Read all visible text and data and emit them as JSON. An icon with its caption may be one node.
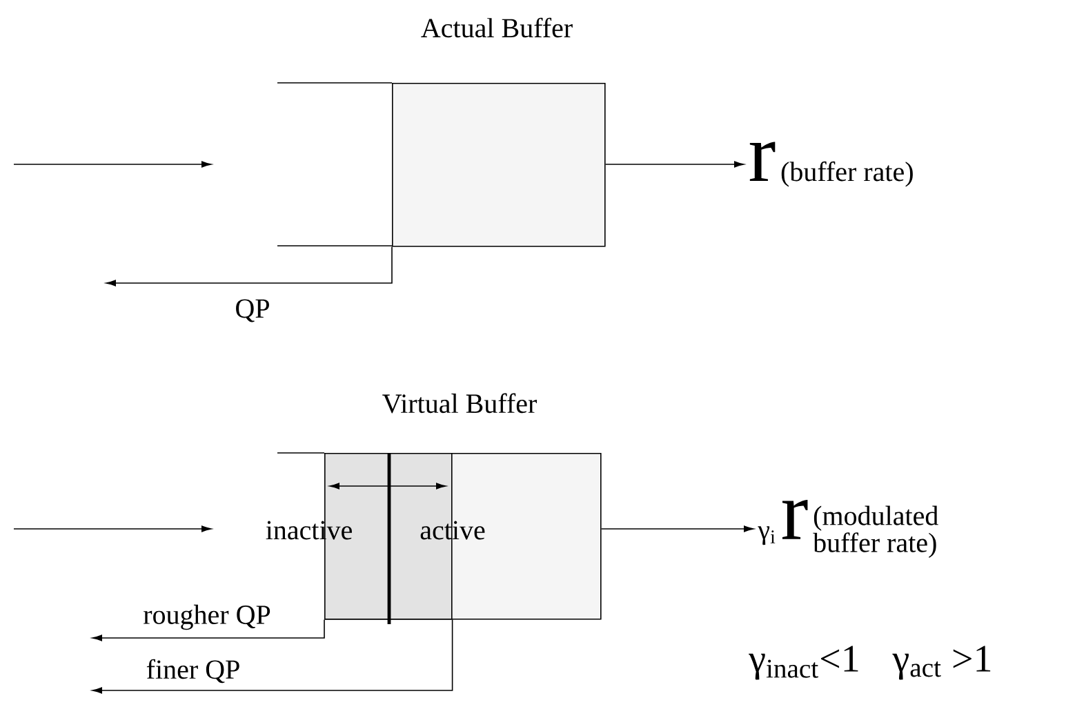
{
  "diagram": {
    "nodes": [
      {
        "text": [
          "Actual Buffer"
        ]
      },
      {
        "text": [
          "r",
          "(buffer rate)"
        ]
      },
      {
        "text": [
          "Virtual Buffer"
        ]
      },
      {
        "text": [],
        "shape": "box",
        "in": 2
      },
      {
        "text": [],
        "shape": "box",
        "in": 2
      },
      {
        "text": [
          "γ$_{i}$",
          "r",
          "(modulated buffer rate)"
        ]
      }
    ],
    "edges": [
      {
        "from": 0,
        "to": 1,
        "arrow": "to"
      },
      {
        "from": 0,
        "to": null,
        "arrow": "to",
        "label": "QP"
      },
      {
        "from": 2,
        "to": 5,
        "arrow": "to"
      },
      {
        "from": 3,
        "to": null,
        "arrow": "to",
        "label": "rougher QP"
      },
      {
        "from": 4,
        "to": null,
        "arrow": "to",
        "label": "finer QP"
      }
    ],
    "labels": [
      "inactive",
      "active",
      "γ$_{inact}$<1",
      "γ$_{act}$ >1"
    ]
  }
}
